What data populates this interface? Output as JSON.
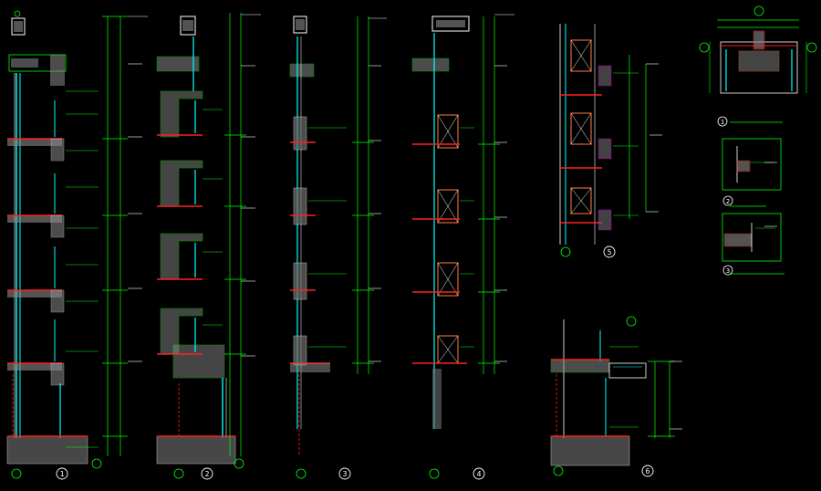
{
  "drawing": {
    "type": "CAD wall section details",
    "background": "#000000",
    "colors": {
      "green": "#00ff00",
      "white": "#ffffff",
      "cyan": "#00ffff",
      "red": "#ff2020",
      "yellow": "#ffff00",
      "magenta": "#ff00ff",
      "gray": "#8a8a8a"
    },
    "sections": [
      {
        "id": "1",
        "label": "1"
      },
      {
        "id": "2",
        "label": "2"
      },
      {
        "id": "3",
        "label": "3"
      },
      {
        "id": "4",
        "label": "4"
      },
      {
        "id": "5",
        "label": "5"
      },
      {
        "id": "6",
        "label": "6"
      }
    ],
    "details": [
      {
        "id": "d1",
        "label": "1"
      },
      {
        "id": "d2",
        "label": "2"
      },
      {
        "id": "d3",
        "label": "3"
      }
    ]
  }
}
